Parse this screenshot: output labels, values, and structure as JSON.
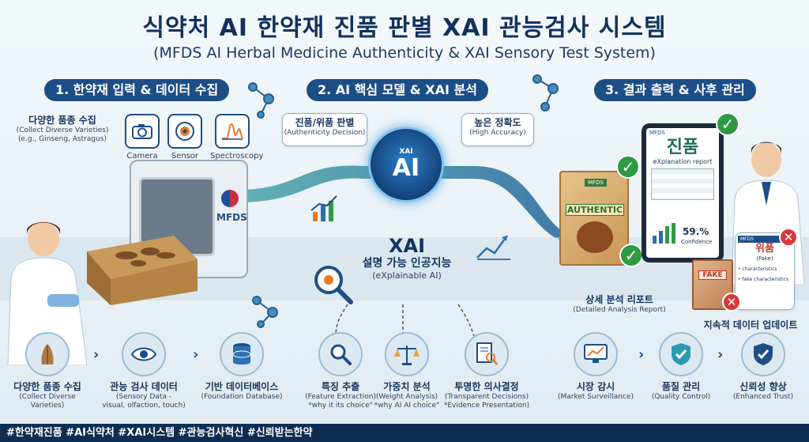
{
  "title": "식약처 AI 한약재 진품 판별 XAI 관능검사 시스템",
  "subtitle": "(MFDS AI Herbal Medicine Authenticity & XAI Sensory Test System)",
  "sections": [
    {
      "title": "1. 한약재 입력 & 데이터 수집"
    },
    {
      "title": "2. AI 핵심 모델 & XAI 분석"
    },
    {
      "title": "3. 결과 출력 & 사후 관리"
    }
  ],
  "collect": {
    "title": "다양한 품종 수집",
    "en1": "(Collect Diverse Varieties)",
    "en2": "(e.g., Ginseng, Astragus)"
  },
  "devices": [
    {
      "label": "Camera",
      "icon": "camera-icon"
    },
    {
      "label": "Sensor",
      "icon": "sensor-icon"
    },
    {
      "label": "Spectroscopy",
      "icon": "spectroscopy-icon"
    }
  ],
  "machine_label": "MFDS",
  "decision": {
    "ko": "진품/위품 판별",
    "en": "(Authenticity Decision)"
  },
  "accuracy": {
    "ko": "높은 정확도",
    "en": "(High Accuracy)"
  },
  "ai_core": {
    "label": "AI",
    "xai": "XAI"
  },
  "xai_block": {
    "title": "XAI",
    "ko": "설명 가능 인공지능",
    "en": "(eXplainable AI)"
  },
  "box_label": "AUTHENTIC",
  "box_top": "MFDS",
  "tablet": {
    "brand": "MFDS",
    "title": "진품",
    "report": "eXplanation report",
    "percent": "59.%",
    "confidence": "Confidence"
  },
  "fake_card": {
    "header": "MFDS",
    "title": "위품",
    "en": "(Fake)",
    "line1": "• characteristics",
    "line2": "• fake characteristics"
  },
  "fake_box_label": "FAKE",
  "report": {
    "ko": "상세 분석 리포트",
    "en": "(Detailed Analysis Report)"
  },
  "update": {
    "ko": "지속적 데이터 업데이트"
  },
  "bottom_steps": [
    {
      "ko": "다양한 품종 수집",
      "en1": "(Collect Diverse",
      "en2": "Varieties)",
      "icon": "herb-icon"
    },
    {
      "ko": "관능 검사 데이터",
      "en1": "(Sensory Data -",
      "en2": "visual, olfaction, touch)",
      "icon": "eye-icon"
    },
    {
      "ko": "기반 데이터베이스",
      "en1": "(Foundation Database)",
      "en2": "",
      "icon": "database-icon"
    },
    {
      "ko": "특징 추출",
      "en1": "(Feature Extraction)",
      "en2": "*why it its choice\"",
      "icon": "magnifier-icon"
    },
    {
      "ko": "가중치 분석",
      "en1": "(Weight Analysis)",
      "en2": "*why AI AI choice\"",
      "icon": "scale-icon"
    },
    {
      "ko": "투명한 의사결정",
      "en1": "(Transparent Decisions)",
      "en2": "*Evidence Presentation)",
      "icon": "document-search-icon"
    },
    {
      "ko": "시장 감시",
      "en1": "(Market Surveillance)",
      "en2": "",
      "icon": "monitor-chart-icon"
    },
    {
      "ko": "품질 관리",
      "en1": "(Quality Control)",
      "en2": "",
      "icon": "shield-check-icon"
    },
    {
      "ko": "신뢰성 향상",
      "en1": "(Enhanced Trust)",
      "en2": "",
      "icon": "shield-check-icon"
    }
  ],
  "footer": "#한약재진품 #AI식약처 #XAI시스템 #관능검사혁신 #신뢰받는한약",
  "colors": {
    "navy": "#12325e",
    "accent": "#1d4e86",
    "flow": "#2b8a9e",
    "green": "#2e9a44",
    "red": "#d63a3a"
  }
}
